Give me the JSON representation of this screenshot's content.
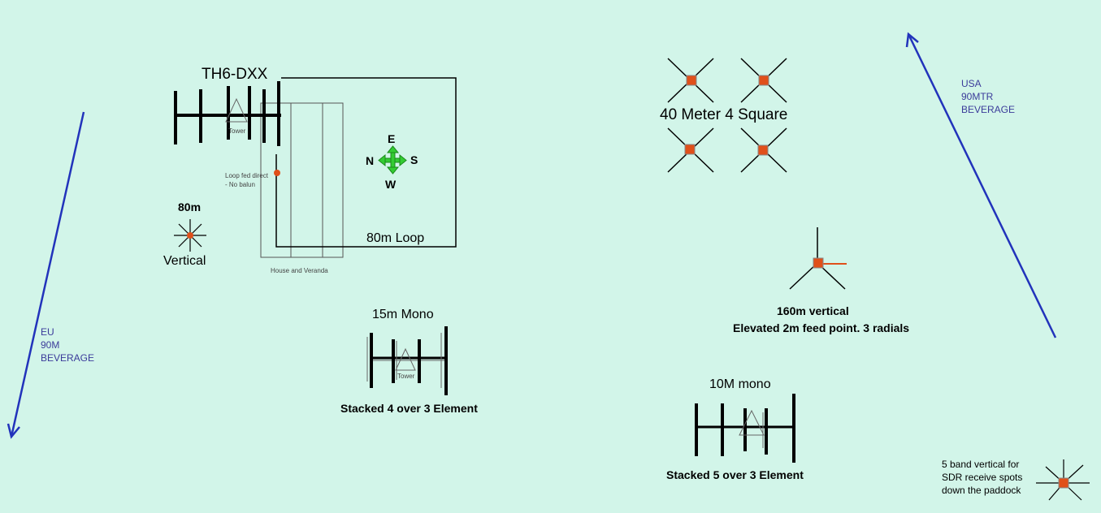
{
  "labels": {
    "th6": "TH6-DXX",
    "tower": "Tower",
    "loop_feed_1": "Loop fed direct",
    "loop_feed_2": "- No balun",
    "vert80_title": "80m",
    "vert80_sub": "Vertical",
    "house": "House and Veranda",
    "loop80": "80m Loop",
    "foursquare": "40 Meter 4 Square",
    "v160_title": "160m  vertical",
    "v160_sub": "Elevated 2m feed point. 3 radials",
    "mono15_title": "15m Mono",
    "mono15_sub": "Stacked 4 over 3 Element",
    "mono10_title": "10M mono",
    "mono10_sub": "Stacked 5 over 3 Element",
    "sdr_1": "5 band vertical for",
    "sdr_2": "SDR receive spots",
    "sdr_3": "down the paddock"
  },
  "compass": {
    "north": "N",
    "east": "E",
    "south": "S",
    "west": "W"
  },
  "beverages": {
    "eu": {
      "line1": "EU",
      "line2": "90M",
      "line3": "BEVERAGE"
    },
    "usa": {
      "line1": "USA",
      "line2": "90MTR",
      "line3": "BEVERAGE"
    }
  },
  "colors": {
    "background": "#d2f5e9",
    "beverage": "#2233bb",
    "feed_point": "#e0501a",
    "compass_arrow": "#33cc33"
  }
}
